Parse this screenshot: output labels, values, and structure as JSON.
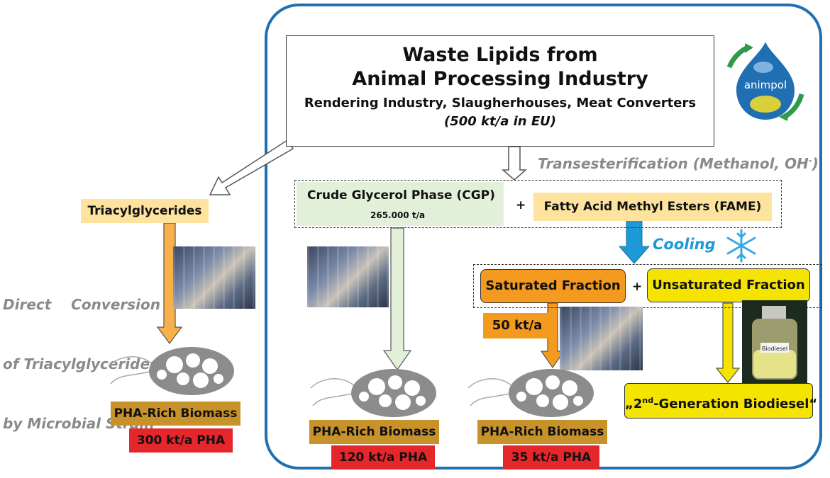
{
  "source": {
    "title_line1": "Waste Lipids from",
    "title_line2": "Animal Processing Industry",
    "subtitle": "Rendering Industry, Slaugherhouses, Meat Converters",
    "amount": "(500 kt/a in EU)"
  },
  "transesterification": "Transesterification (Methanol, OH",
  "transesterification_sup": "-",
  "transesterification_close": ")",
  "triacylglycerides": "Triacylglycerides",
  "direct_conversion": [
    "Direct    Conversion",
    "of Triacylglycerides",
    "by Microbial Strain"
  ],
  "cgp": {
    "label": "Crude Glycerol Phase (CGP)",
    "amount": "265.000 t/a"
  },
  "plus": "+",
  "fame": "Fatty Acid Methyl Esters (FAME)",
  "cooling": "Cooling",
  "saturated": "Saturated Fraction",
  "unsaturated": "Unsaturated Fraction",
  "saturated_amount": "50 kt/a",
  "biodiesel_prefix": "„2",
  "biodiesel_sup": "nd",
  "biodiesel_rest": "-Generation Biodiesel“",
  "bottle_label": "Biodiesel",
  "logo_text": "animpol",
  "outputs": [
    {
      "label": "PHA-Rich Biomass",
      "amount": "300 kt/a PHA"
    },
    {
      "label": "PHA-Rich Biomass",
      "amount": "120 kt/a PHA"
    },
    {
      "label": "PHA-Rich Biomass",
      "amount": "35 kt/a PHA"
    }
  ],
  "colors": {
    "frame": "#1f6fb2",
    "orange": "#f39a1f",
    "yellow": "#f5e400",
    "light_orange": "#fde39d",
    "light_green": "#e2f0d9",
    "brown": "#c8922a",
    "red": "#e5262a",
    "blue_arrow": "#1d9ad6"
  }
}
